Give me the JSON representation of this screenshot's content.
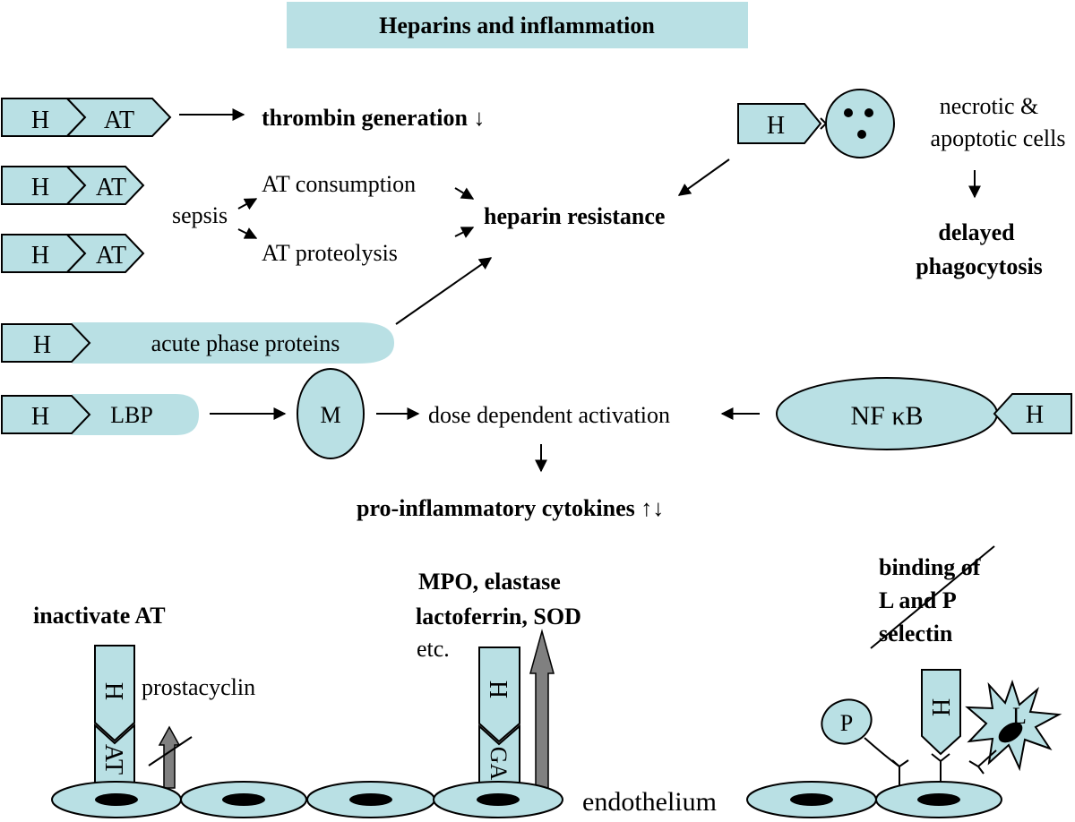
{
  "title": "Heparins and inflammation",
  "labels": {
    "h": "H",
    "at": "AT",
    "lbp": "LBP",
    "m": "M",
    "nfkb": "NF κB",
    "p": "P",
    "l": "L",
    "gags": "GAGs"
  },
  "top": {
    "thrombin": "thrombin generation ↓",
    "sepsis": "sepsis",
    "at_consumption": "AT consumption",
    "at_proteolysis": "AT proteolysis",
    "heparin_resistance": "heparin resistance",
    "acute_phase_proteins": "acute phase proteins",
    "necrotic_line1": "necrotic &",
    "necrotic_line2": "apoptotic cells",
    "delayed_line1": "delayed",
    "delayed_line2": "phagocytosis",
    "dose_activation": "dose dependent activation",
    "cytokines": "pro-inflammatory cytokines ↑↓"
  },
  "bottom": {
    "inactivate_at": "inactivate AT",
    "prostacyclin": "prostacyclin",
    "mpo_line1": "MPO, elastase",
    "mpo_line2": "lactoferrin, SOD",
    "etc": "etc.",
    "binding_line1": "binding of",
    "binding_line2": "L and P",
    "binding_line3": "selectin",
    "endothelium": "endothelium"
  },
  "colors": {
    "fill": "#b9e0e4",
    "arrow_gray": "#808080"
  }
}
